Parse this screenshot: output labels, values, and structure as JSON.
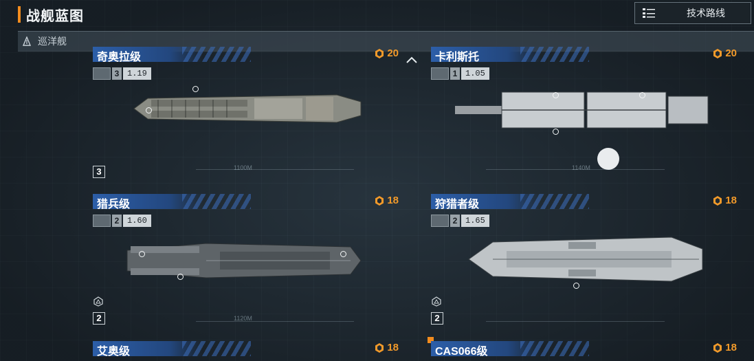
{
  "header": {
    "title": "战舰蓝图",
    "tech_button": "技术路线"
  },
  "category": {
    "label": "巡洋舰"
  },
  "ships": [
    {
      "id": "kiaora",
      "name": "奇奥拉级",
      "cost": "20",
      "tier": "3",
      "value": "1.19",
      "count": "3",
      "length": "1100M"
    },
    {
      "id": "carthage",
      "name": "卡利斯托",
      "cost": "20",
      "tier": "1",
      "value": "1.05",
      "count": "",
      "length": "1140M"
    },
    {
      "id": "hunter",
      "name": "猎兵级",
      "cost": "18",
      "tier": "2",
      "value": "1.60",
      "count": "2",
      "length": "1120M"
    },
    {
      "id": "chaser",
      "name": "狩猎者级",
      "cost": "18",
      "tier": "2",
      "value": "1.65",
      "count": "2",
      "length": ""
    },
    {
      "id": "ao",
      "name": "艾奥级",
      "cost": "18",
      "tier": "",
      "value": "",
      "count": "",
      "length": ""
    },
    {
      "id": "cas066",
      "name": "CAS066级",
      "cost": "18",
      "tier": "",
      "value": "",
      "count": "",
      "length": ""
    }
  ],
  "colors": {
    "accent": "#f28c1e",
    "header_blue": "#2c5ea8",
    "cost": "#f29a2a"
  }
}
